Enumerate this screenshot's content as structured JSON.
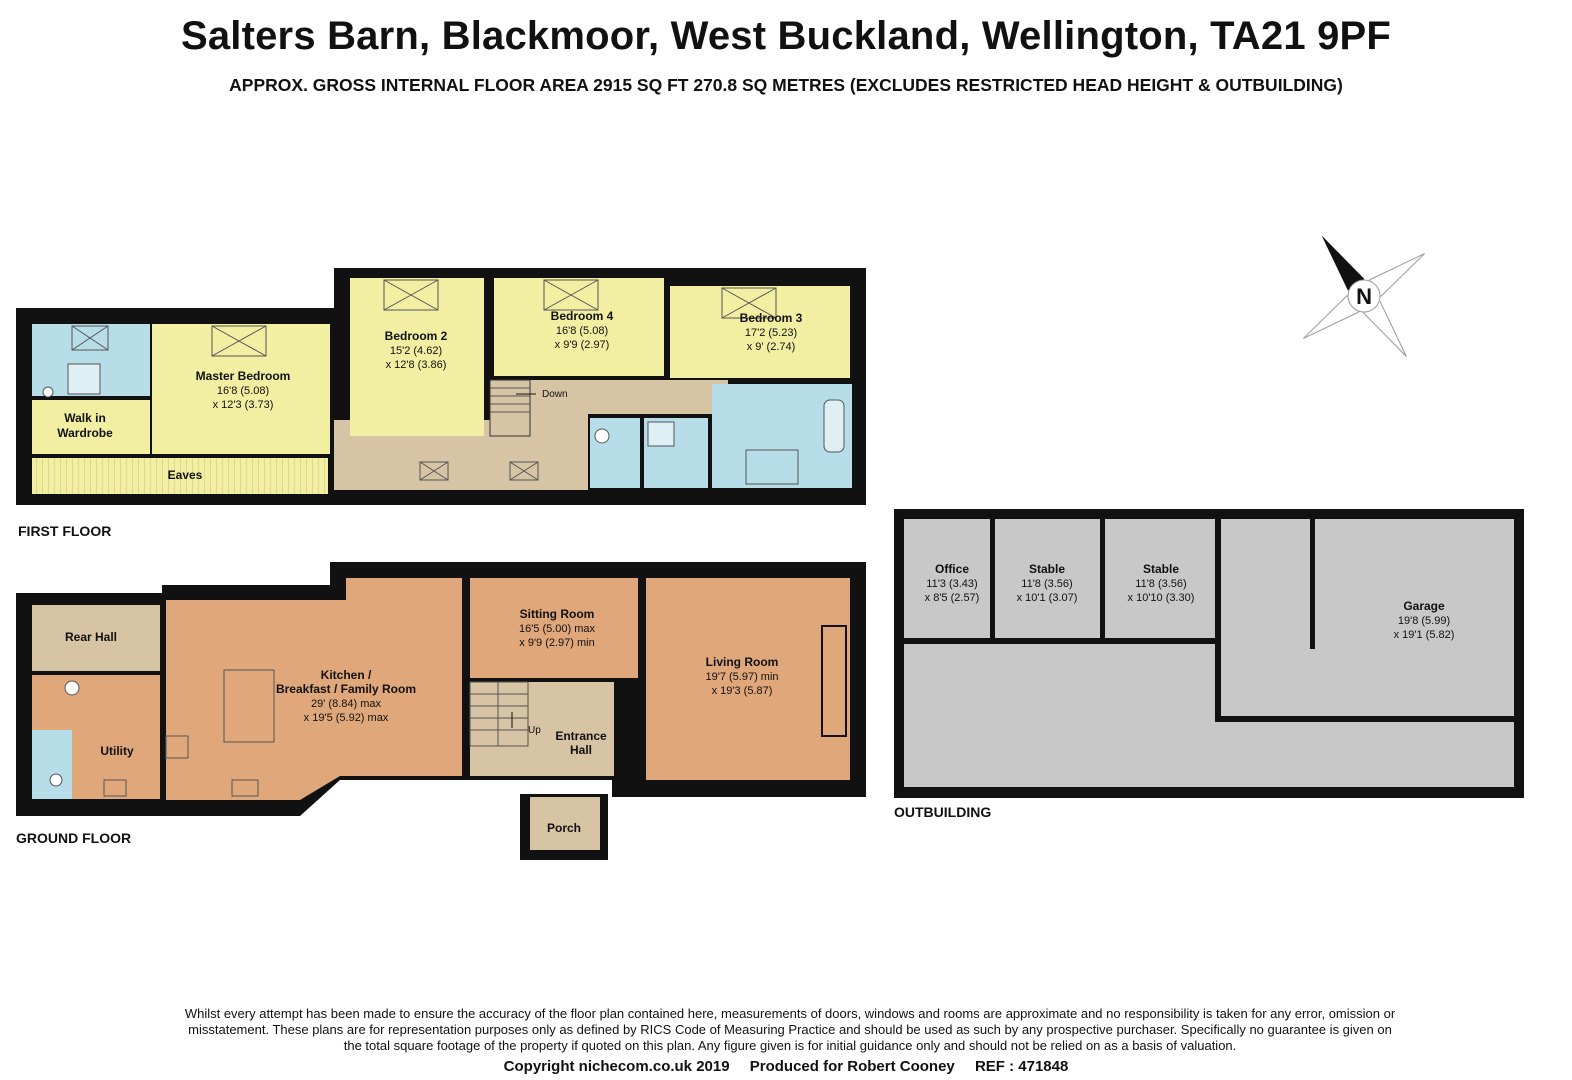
{
  "title": "Salters Barn, Blackmoor, West Buckland, Wellington, TA21 9PF",
  "subtitle": "APPROX. GROSS INTERNAL FLOOR AREA 2915 SQ FT 270.8 SQ METRES (EXCLUDES RESTRICTED HEAD HEIGHT & OUTBUILDING)",
  "compass": {
    "letter": "N"
  },
  "floors": {
    "first": "FIRST FLOOR",
    "ground": "GROUND FLOOR",
    "outbuilding": "OUTBUILDING"
  },
  "rooms": {
    "master_bedroom": {
      "name": "Master Bedroom",
      "dim1": "16'8 (5.08)",
      "dim2": "x 12'3 (3.73)"
    },
    "walk_in_wardrobe": {
      "name1": "Walk in",
      "name2": "Wardrobe"
    },
    "eaves": {
      "name": "Eaves"
    },
    "bedroom2": {
      "name": "Bedroom 2",
      "dim1": "15'2 (4.62)",
      "dim2": "x 12'8 (3.86)"
    },
    "bedroom4": {
      "name": "Bedroom 4",
      "dim1": "16'8 (5.08)",
      "dim2": "x 9'9 (2.97)"
    },
    "bedroom3": {
      "name": "Bedroom 3",
      "dim1": "17'2 (5.23)",
      "dim2": "x 9' (2.74)"
    },
    "stairs_down": {
      "name": "Down"
    },
    "rear_hall": {
      "name": "Rear Hall"
    },
    "utility": {
      "name": "Utility"
    },
    "kitchen": {
      "name1": "Kitchen /",
      "name2": "Breakfast / Family Room",
      "dim1": "29' (8.84) max",
      "dim2": "x 19'5 (5.92) max"
    },
    "sitting_room": {
      "name": "Sitting Room",
      "dim1": "16'5 (5.00) max",
      "dim2": "x 9'9 (2.97) min"
    },
    "living_room": {
      "name": "Living Room",
      "dim1": "19'7 (5.97) min",
      "dim2": "x 19'3 (5.87)"
    },
    "entrance_hall": {
      "name1": "Entrance",
      "name2": "Hall"
    },
    "stairs_up": {
      "name": "Up"
    },
    "porch": {
      "name": "Porch"
    },
    "office": {
      "name": "Office",
      "dim1": "11'3 (3.43)",
      "dim2": "x 8'5 (2.57)"
    },
    "stable1": {
      "name": "Stable",
      "dim1": "11'8 (3.56)",
      "dim2": "x 10'1 (3.07)"
    },
    "stable2": {
      "name": "Stable",
      "dim1": "11'8 (3.56)",
      "dim2": "x 10'10 (3.30)"
    },
    "garage": {
      "name": "Garage",
      "dim1": "19'8 (5.99)",
      "dim2": "x 19'1 (5.82)"
    }
  },
  "colors": {
    "bedroom": "#f2efa2",
    "bathroom": "#b6dde8",
    "landing": "#d7c4a4",
    "ground": "#dfa77a",
    "hall": "#d7c4a4",
    "outbuilding": "#c8c8c8",
    "wall": "#111111"
  },
  "disclaimer": "Whilst every attempt has been made to ensure the accuracy of the floor plan contained here, measurements of doors, windows and rooms are approximate and no responsibility is taken for any error, omission or misstatement. These plans are for representation purposes only as defined by RICS Code of Measuring Practice and should be used as such by any prospective purchaser. Specifically no guarantee is given on the total square footage of the property if quoted on this plan. Any figure given is for initial guidance only and should not be relied on as a basis of valuation.",
  "footer": {
    "copyright": "Copyright nichecom.co.uk 2019",
    "produced": "Produced for Robert Cooney",
    "ref": "REF : 471848"
  }
}
